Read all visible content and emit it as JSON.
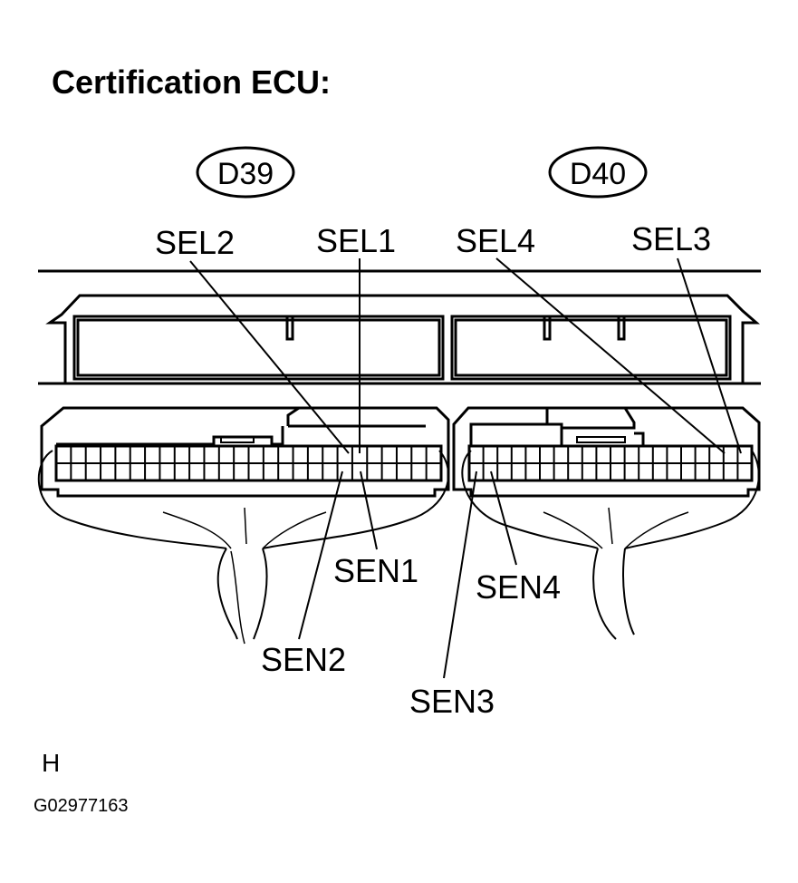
{
  "title": "Certification ECU:",
  "connectors": {
    "left": {
      "id": "D39"
    },
    "right": {
      "id": "D40"
    }
  },
  "labels": {
    "sel2": "SEL2",
    "sel1": "SEL1",
    "sel4": "SEL4",
    "sel3": "SEL3",
    "sen1": "SEN1",
    "sen2": "SEN2",
    "sen3": "SEN3",
    "sen4": "SEN4"
  },
  "footer": {
    "letter": "H",
    "figure_code": "G02977163"
  }
}
